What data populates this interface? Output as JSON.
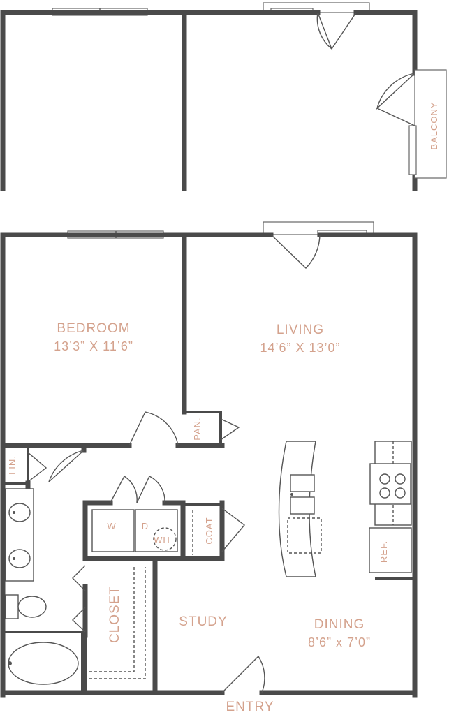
{
  "rooms": {
    "bedroom": {
      "name": "BEDROOM",
      "dims": "13’3” X 11’6”"
    },
    "living": {
      "name": "LIVING",
      "dims": "14’6” X 13’0”"
    },
    "dining": {
      "name": "DINING",
      "dims": "8’6” x 7’0”"
    },
    "study": {
      "name": "STUDY"
    },
    "closet": {
      "name": "CLOSET"
    },
    "entry": {
      "name": "ENTRY"
    }
  },
  "labels": {
    "balcony": "BALCONY",
    "pantry": "PAN.",
    "linen": "LIN.",
    "coat": "COAT",
    "refrigerator": "REF.",
    "washer": "W",
    "dryer": "D",
    "water_heater": "WH"
  },
  "colors": {
    "wall": "#4a4a4a",
    "label": "#d4a28d"
  }
}
